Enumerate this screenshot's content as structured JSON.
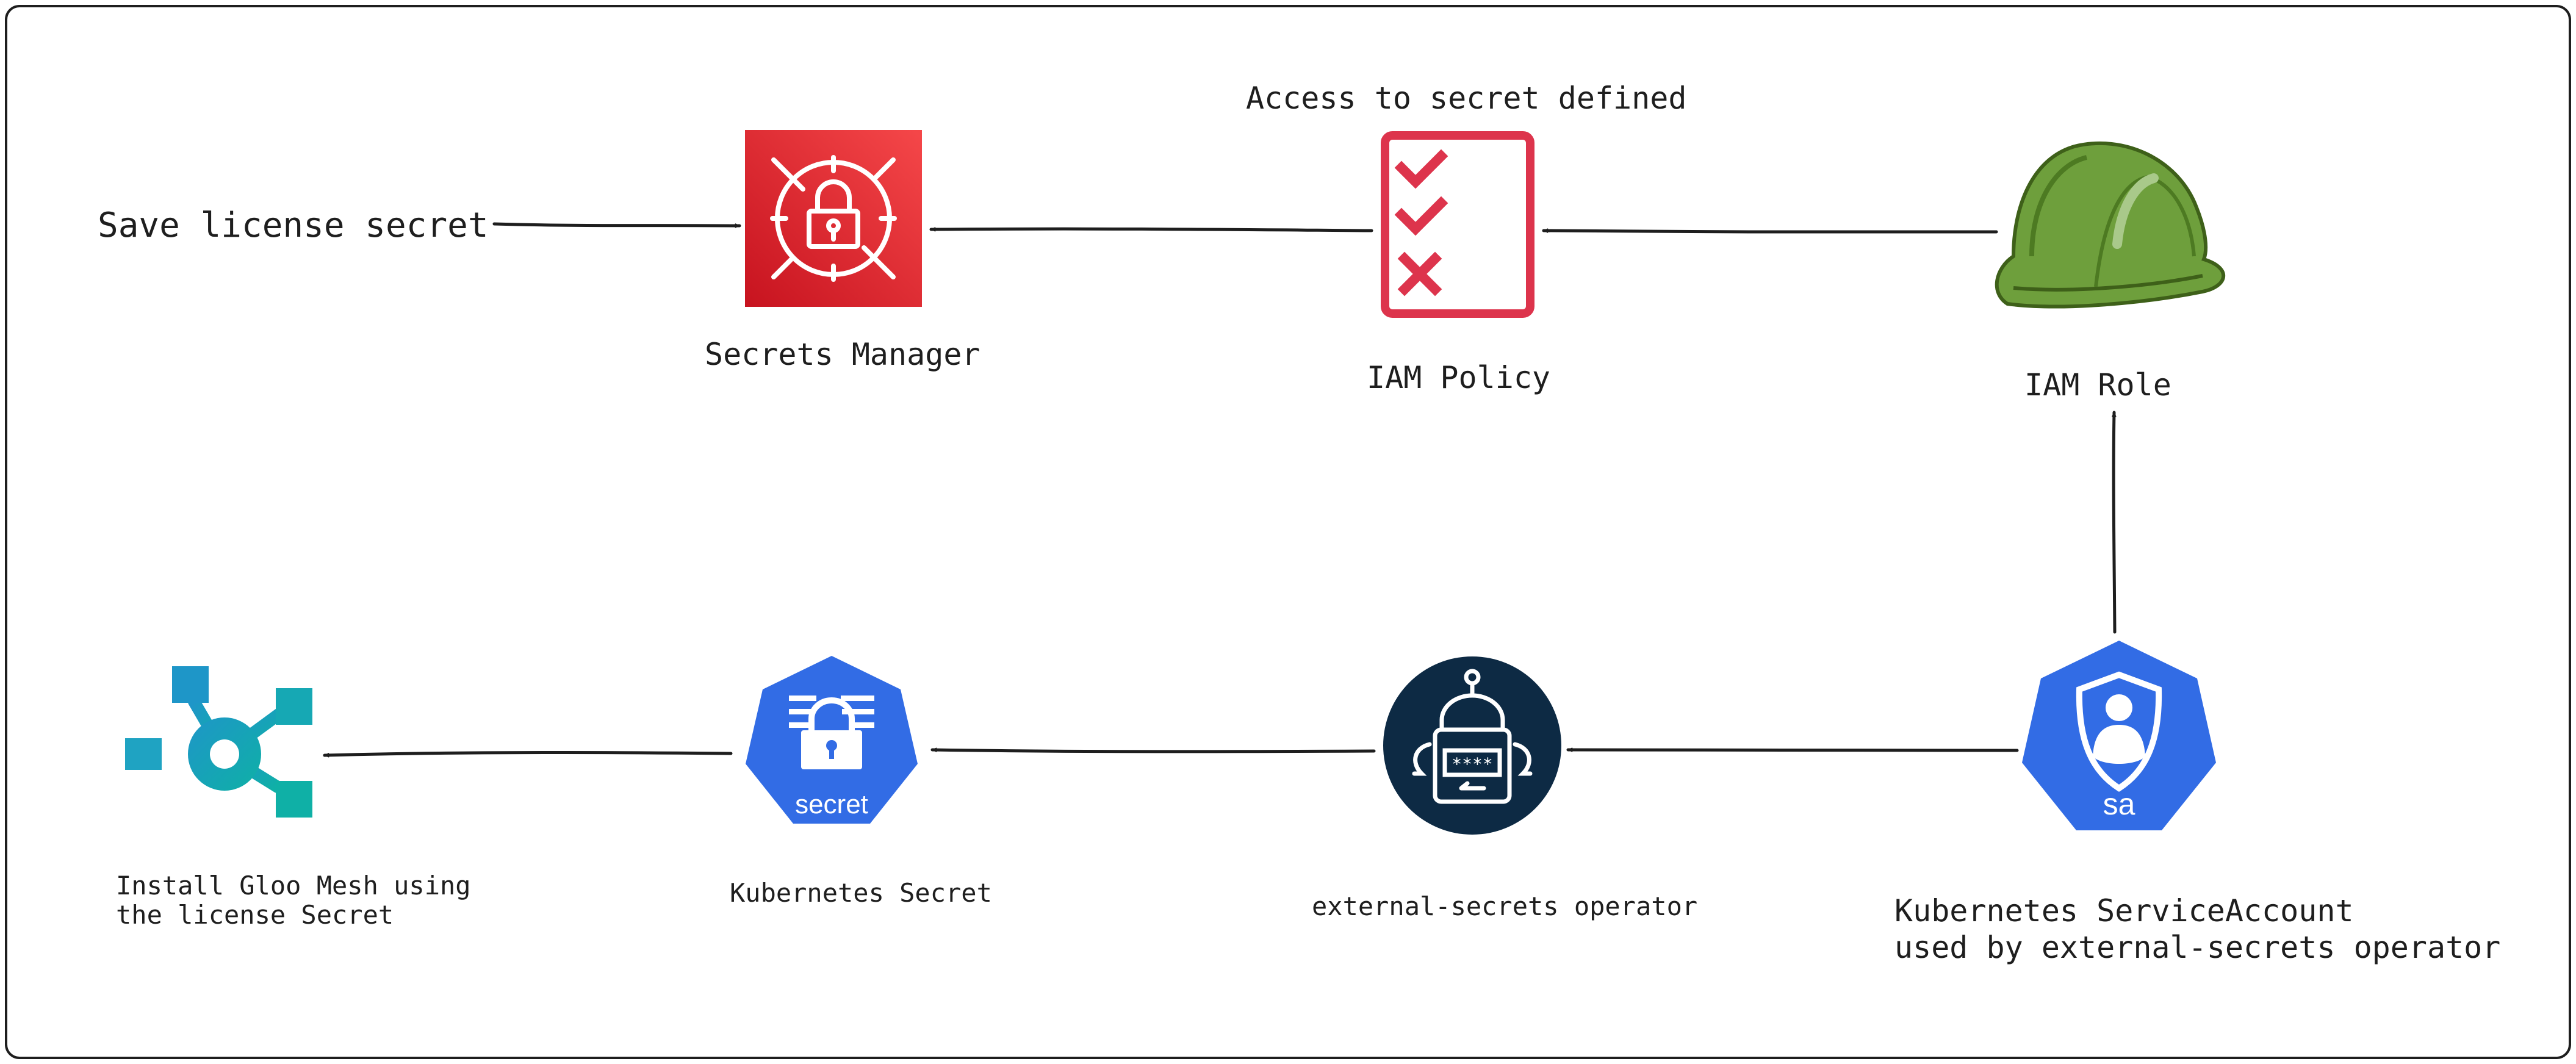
{
  "labels": {
    "save_license_secret": "Save license secret",
    "access_to_secret_defined": "Access to secret defined",
    "secrets_manager": "Secrets Manager",
    "iam_policy": "IAM Policy",
    "iam_role": "IAM Role",
    "install_gloo_line1": "Install Gloo Mesh using",
    "install_gloo_line2": "the license Secret",
    "kubernetes_secret": "Kubernetes Secret",
    "external_secrets_operator": "external-secrets operator",
    "service_account_line1": "Kubernetes ServiceAccount",
    "service_account_line2": "used by external-secrets operator"
  },
  "icon_text": {
    "secret_badge": "secret",
    "service_account_badge": "sa",
    "operator_screen": "****"
  },
  "icons": {
    "secrets_manager": "aws-secrets-manager-icon",
    "iam_policy": "checklist-icon",
    "iam_role": "hard-hat-icon",
    "gloo_mesh": "gloo-mesh-icon",
    "kubernetes_secret": "kubernetes-secret-icon",
    "external_secrets_operator": "robot-operator-icon",
    "service_account": "kubernetes-service-account-icon"
  },
  "colors": {
    "aws_red_light": "#f54749",
    "aws_red_dark": "#c7131f",
    "policy_red": "#dd344c",
    "hat_green": "#6e9f3c",
    "gloo_teal": "#17a2b8",
    "k8s_blue": "#326ce5",
    "operator_navy": "#0d2a44",
    "text": "#1e1e1e"
  }
}
